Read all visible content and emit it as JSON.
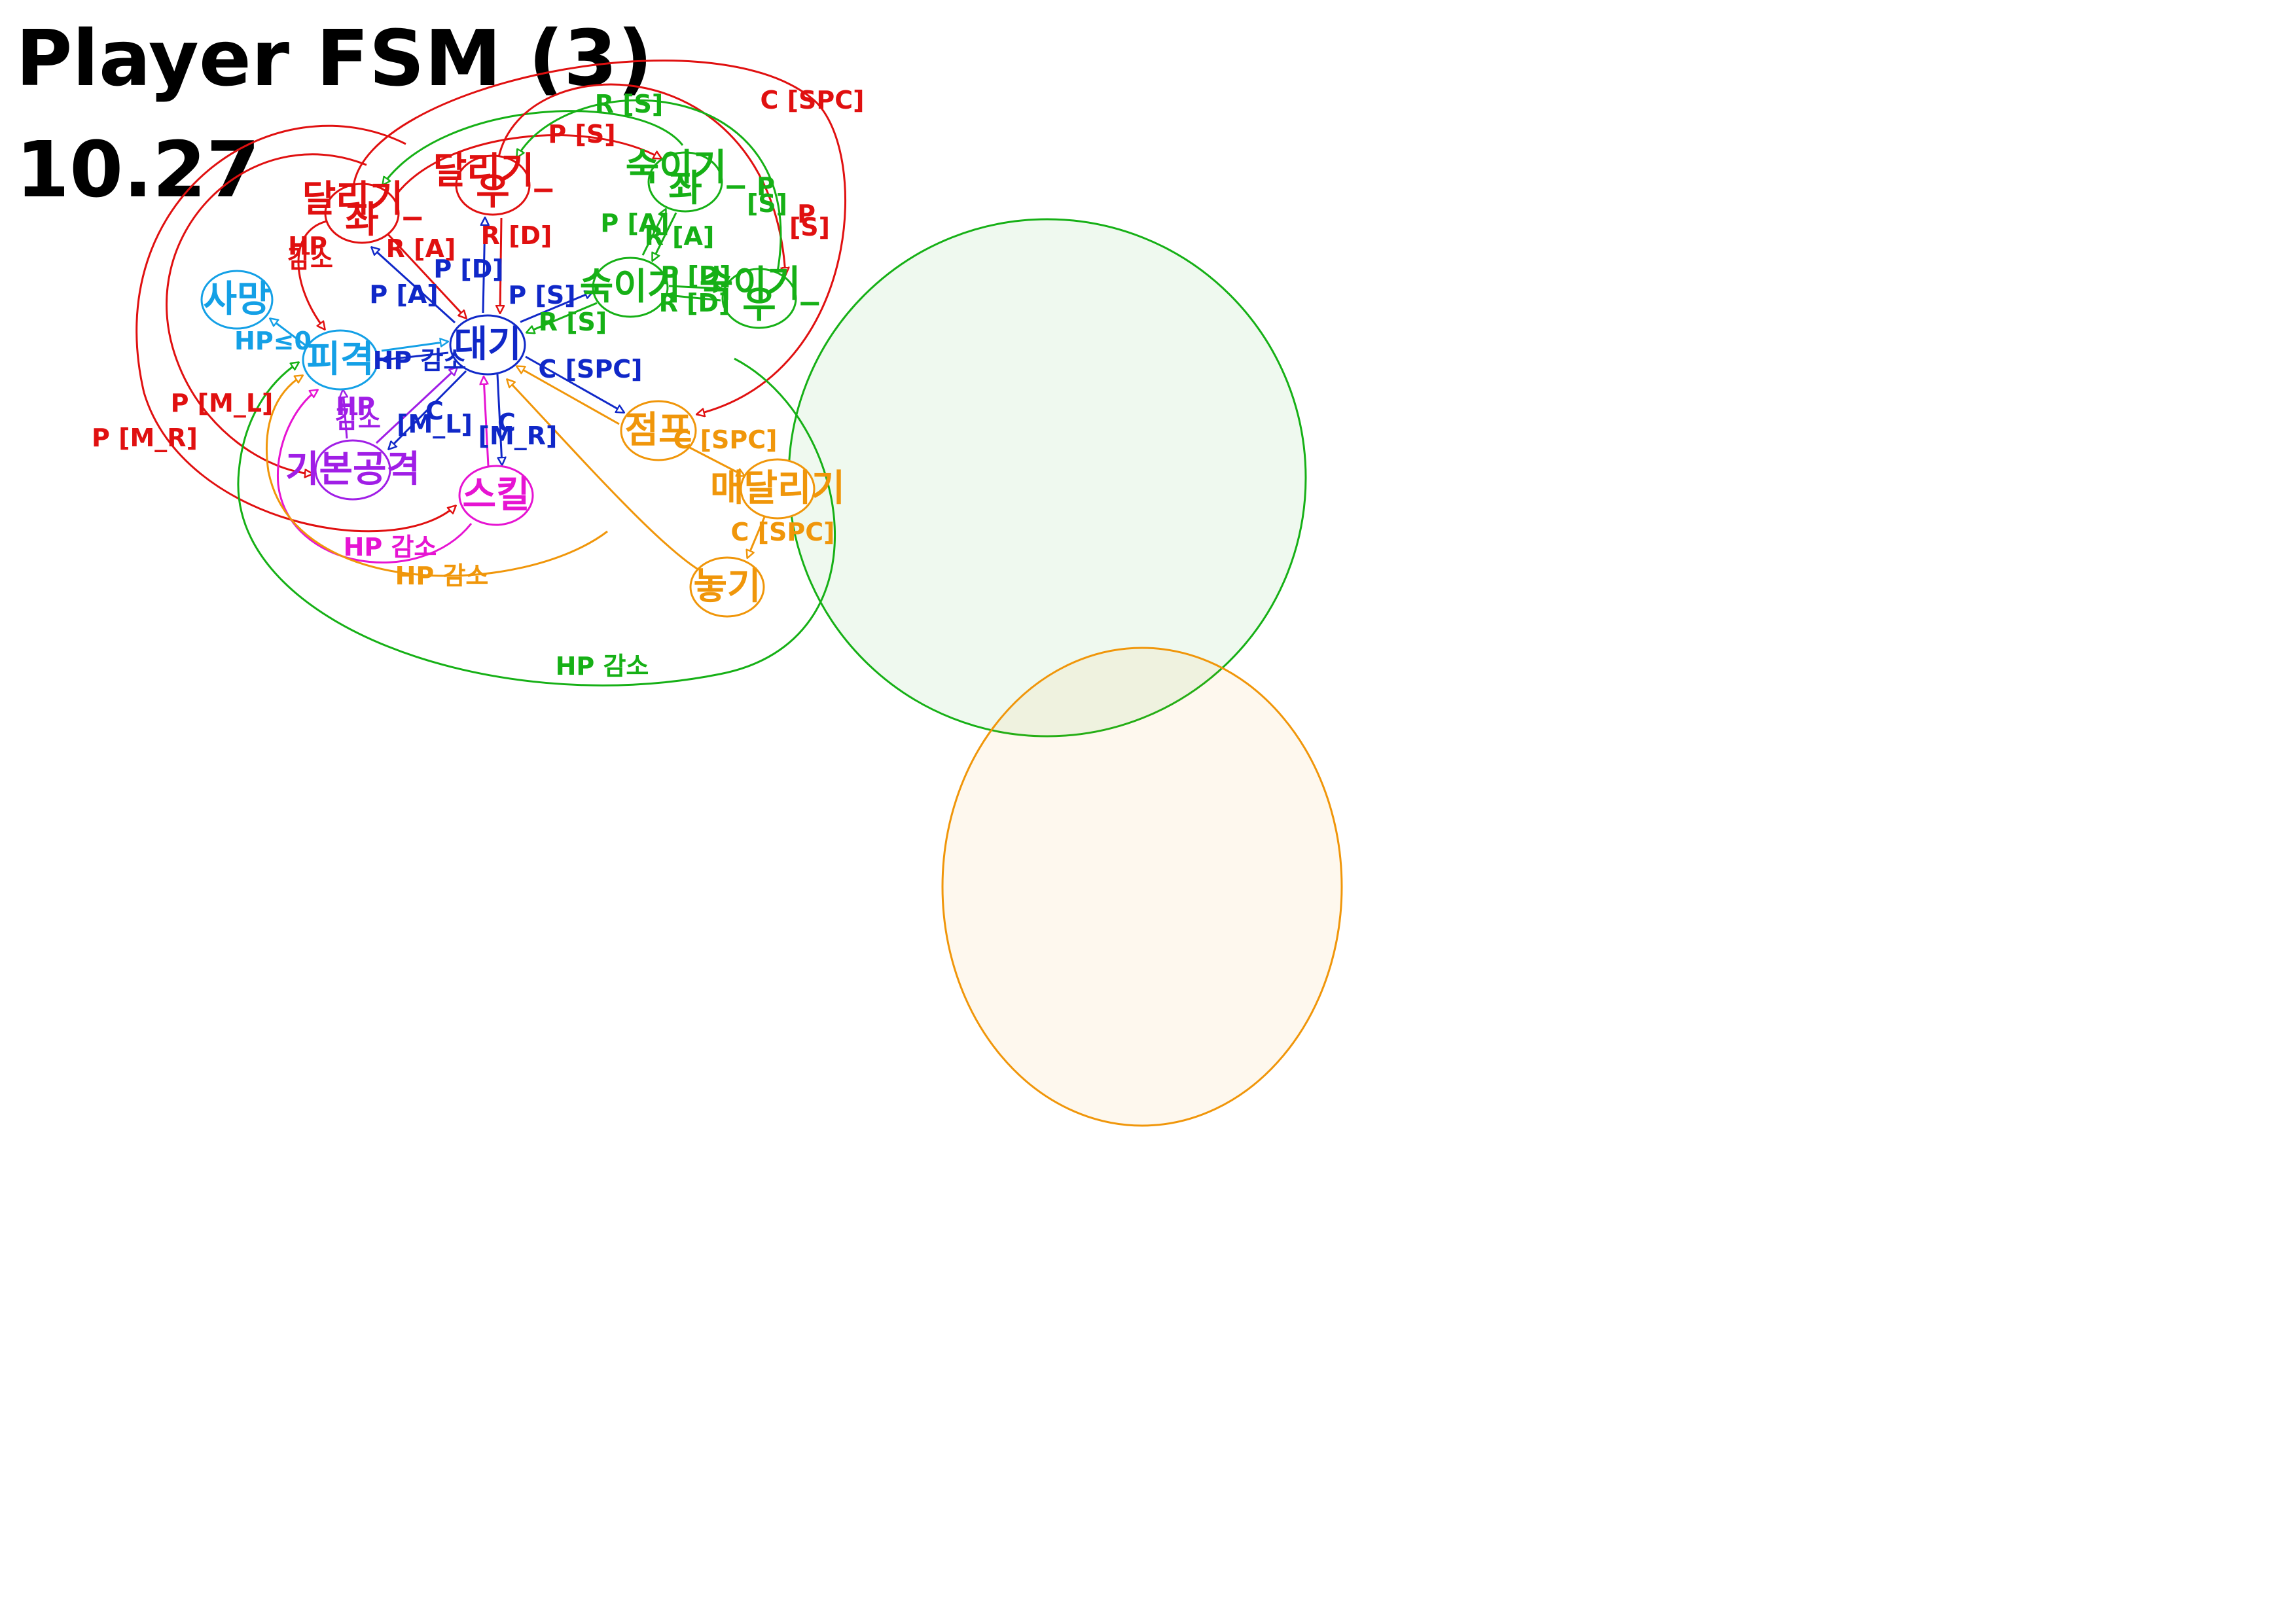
{
  "title": {
    "line1": "Player FSM (3)",
    "line2": "10.27"
  },
  "colors": {
    "idle": "#1028c8",
    "run": "#e01010",
    "crouch": "#16b016",
    "jump": "#f0960a",
    "hit": "#14a0e6",
    "attack": "#a01ee6",
    "skill": "#e614d2"
  },
  "nodes": {
    "idle": "대기",
    "run_left": [
      "달리기_",
      "좌"
    ],
    "run_right": [
      "달리기_",
      "우"
    ],
    "crouch": "숙이기",
    "crouch_left": [
      "숙이기_",
      "좌"
    ],
    "crouch_right": [
      "숙이기_",
      "우"
    ],
    "jump": "점프",
    "hang": "매달리기",
    "release": "놓기",
    "hit": "피격",
    "death": "사망",
    "attack": "기본공격",
    "skill": "스킬"
  },
  "edge_labels": {
    "pa_idle_runl": "P [A]",
    "ra_runl_idle": "R [A]",
    "pd_idle_runr": "P [D]",
    "rd_runr_idle": "R [D]",
    "ps_idle_crouch": "P [S]",
    "rs_crouch_idle": "R [S]",
    "cspc_idle_jump": "C [SPC]",
    "cml_idle_attack": [
      "C",
      "[M_L]"
    ],
    "cmr_idle_skill": [
      "C",
      "[M_R]"
    ],
    "hp_idle_hit": "HP 감소",
    "hp_death": "HP≤0",
    "hp_runl_hit": [
      "HP",
      "감소"
    ],
    "hp_attack_hit": [
      "HP",
      "감소"
    ],
    "hp_skill_hit": "HP 감소",
    "hp_jump_hit": "HP 감소",
    "hp_crouch_hit": "HP 감소",
    "pa_crouch_cl": "P [A]",
    "ra_cl_crouch": "R [A]",
    "pd_crouch_cr": "P [D]",
    "rd_cr_crouch": "R [D]",
    "ps_runl_cl": "P [S]",
    "rs_cl_runl": "R [S]",
    "ps_runr_cr": [
      "P",
      "[S]"
    ],
    "rs_cr_runr": [
      "P",
      "[S]"
    ],
    "cspc_runl_jump": "C [SPC]",
    "cspc_jump_hang": "C [SPC]",
    "cspc_hang_release": "C [SPC]",
    "pml_runl_attack": "P [M_L]",
    "pmr_runl_skill": "P [M_R]"
  }
}
